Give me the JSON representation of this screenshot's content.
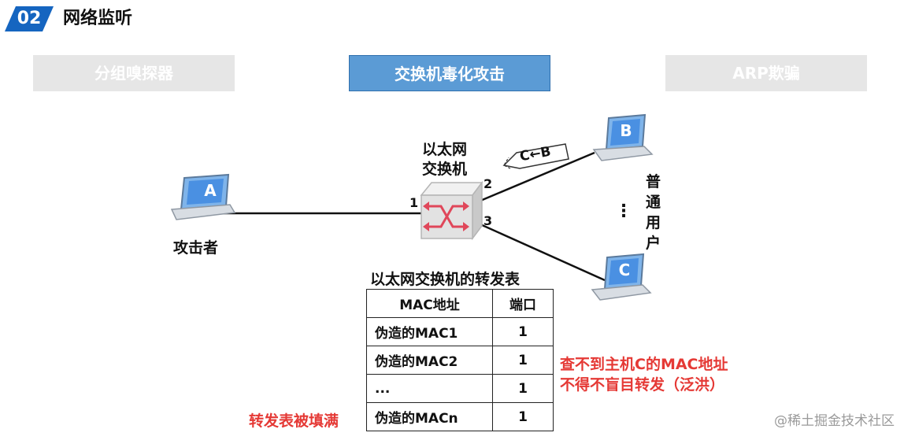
{
  "header": {
    "badge": "02",
    "title": "网络监听"
  },
  "tabs": [
    {
      "label": "分组嗅探器",
      "active": false
    },
    {
      "label": "交换机毒化攻击",
      "active": true
    },
    {
      "label": "ARP欺骗",
      "active": false
    }
  ],
  "diagram": {
    "switch_label_line1": "以太网",
    "switch_label_line2": "交换机",
    "attacker_host_letter": "A",
    "attacker_label": "攻击者",
    "host_b_letter": "B",
    "host_c_letter": "C",
    "ports": [
      "1",
      "2",
      "3"
    ],
    "packet_label": "C←B",
    "users_label": [
      "普",
      "通",
      "用",
      "户"
    ],
    "ellipsis": "⋮"
  },
  "table": {
    "caption": "以太网交换机的转发表",
    "headers": [
      "MAC地址",
      "端口"
    ],
    "rows": [
      [
        "伪造的MAC1",
        "1"
      ],
      [
        "伪造的MAC2",
        "1"
      ],
      [
        "...",
        "1"
      ],
      [
        "伪造的MACn",
        "1"
      ]
    ]
  },
  "notes": {
    "flood_line1": "查不到主机C的MAC地址",
    "flood_line2": "不得不盲目转发（泛洪）",
    "table_full": "转发表被填满"
  },
  "watermark": "@稀土掘金技术社区",
  "colors": {
    "accent": "#1565c0",
    "active_tab": "#5b9bd5",
    "inactive_tab": "#e6e6e6",
    "alert": "#e53935",
    "switch_icon": "#e0475a"
  }
}
